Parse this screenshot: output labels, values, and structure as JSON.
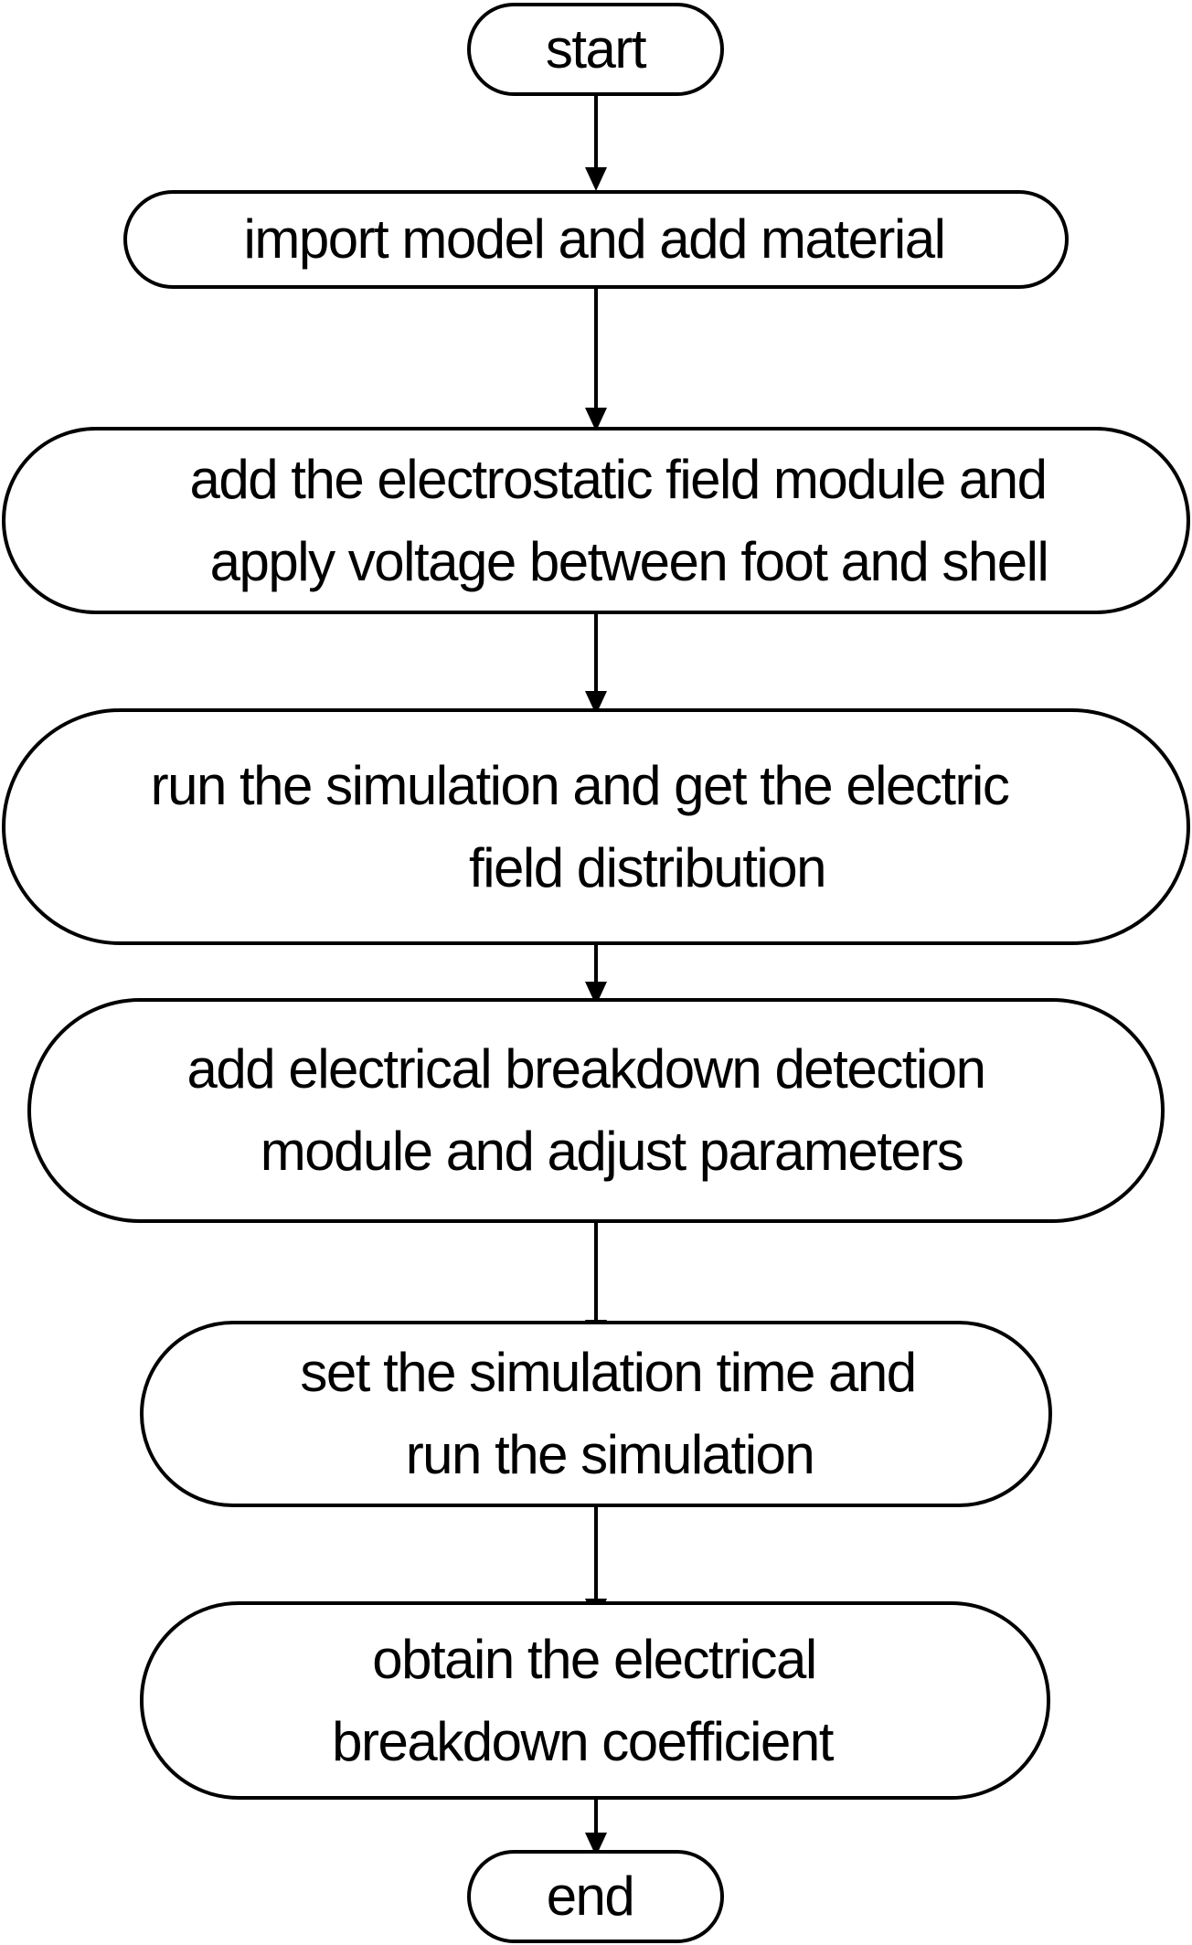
{
  "flowchart": {
    "start": {
      "label": "start"
    },
    "steps": [
      {
        "lines": [
          "import model and add material"
        ]
      },
      {
        "lines": [
          "add the electrostatic field module and",
          "apply voltage between foot and shell"
        ]
      },
      {
        "lines": [
          "run the simulation and get the electric",
          "field distribution"
        ]
      },
      {
        "lines": [
          "add electrical breakdown detection",
          "module and adjust parameters"
        ]
      },
      {
        "lines": [
          "set the simulation time and",
          "run the simulation"
        ]
      },
      {
        "lines": [
          "obtain the electrical",
          "breakdown coefficient"
        ]
      }
    ],
    "end": {
      "label": "end"
    }
  }
}
